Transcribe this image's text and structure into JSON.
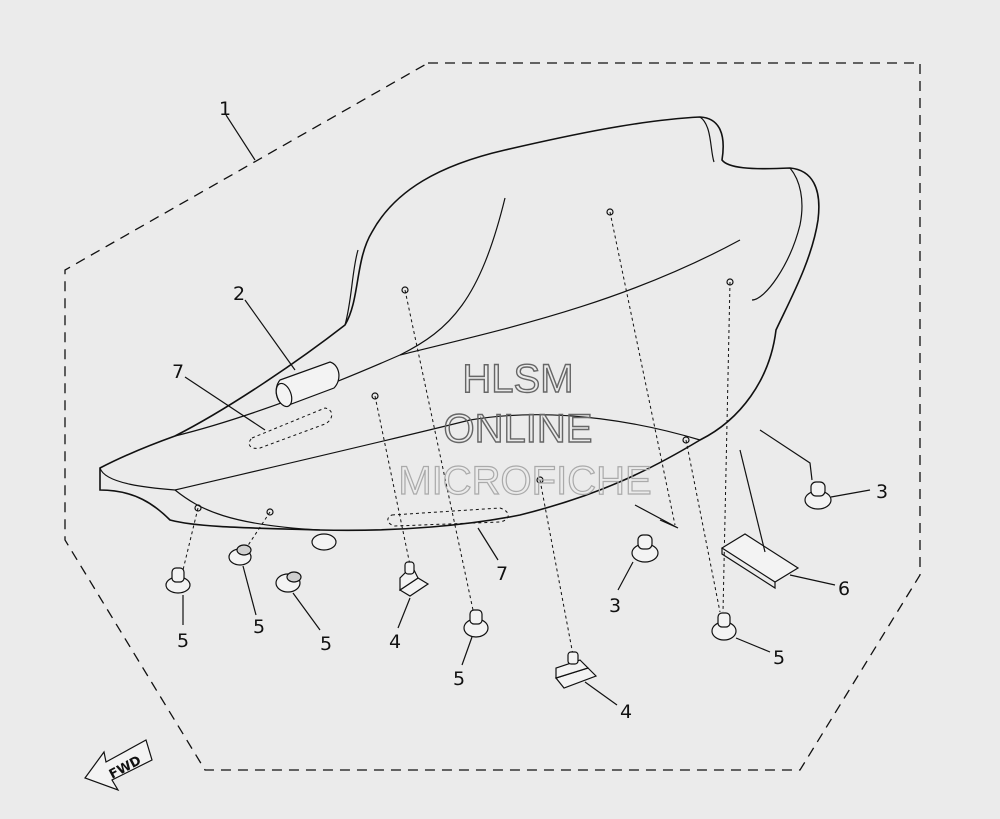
{
  "watermark": {
    "line1": "HLSM",
    "line2": "ONLINE",
    "line3": "MICROFICHE"
  },
  "direction_label": "FWD",
  "callouts": [
    {
      "id": "c1",
      "text": "1"
    },
    {
      "id": "c2",
      "text": "2"
    },
    {
      "id": "c7a",
      "text": "7"
    },
    {
      "id": "c7b",
      "text": "7"
    },
    {
      "id": "c3a",
      "text": "3"
    },
    {
      "id": "c3b",
      "text": "3"
    },
    {
      "id": "c6",
      "text": "6"
    },
    {
      "id": "c5a",
      "text": "5"
    },
    {
      "id": "c5b",
      "text": "5"
    },
    {
      "id": "c5c",
      "text": "5"
    },
    {
      "id": "c5d",
      "text": "5"
    },
    {
      "id": "c5e",
      "text": "5"
    },
    {
      "id": "c4a",
      "text": "4"
    },
    {
      "id": "c4b",
      "text": "4"
    }
  ]
}
